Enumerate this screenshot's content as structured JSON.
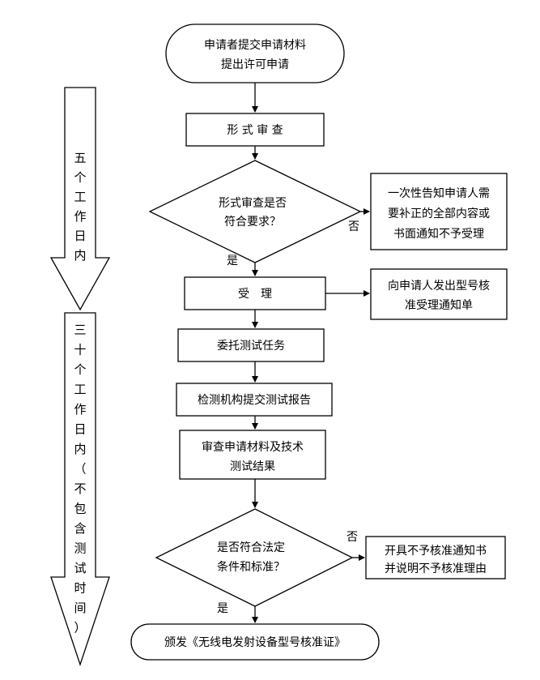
{
  "start": {
    "line1": "申请者提交申请材料",
    "line2": "提出许可申请"
  },
  "formal_review": "形 式 审 查",
  "decision1": {
    "line1": "形式审查是否",
    "line2": "符合要求？",
    "yes": "是",
    "no": "否"
  },
  "notify_box": {
    "line1": "一次性告知申请人需",
    "line2": "要补正的全部内容或",
    "line3": "书面通知不予受理"
  },
  "accept": "受　理",
  "accept_notice": {
    "line1": "向申请人发出型号核",
    "line2": "准受理通知单"
  },
  "commission": "委托测试任务",
  "test_report": "检测机构提交测试报告",
  "review": {
    "line1": "审查申请材料及技术",
    "line2": "测试结果"
  },
  "decision2": {
    "line1": "是否符合法定",
    "line2": "条件和标准？",
    "yes": "是",
    "no": "否"
  },
  "reject_box": {
    "line1": "开具不予核准通知书",
    "line2": "并说明不予核准理由"
  },
  "end": "颁发《无线电发射设备型号核准证》",
  "side_arrow1": [
    "五",
    "个",
    "工",
    "作",
    "日",
    "内"
  ],
  "side_arrow2": [
    "三",
    "十",
    "个",
    "工",
    "作",
    "日",
    "内",
    "（",
    "不",
    "包",
    "含",
    "测",
    "试",
    "时",
    "间",
    "）"
  ]
}
